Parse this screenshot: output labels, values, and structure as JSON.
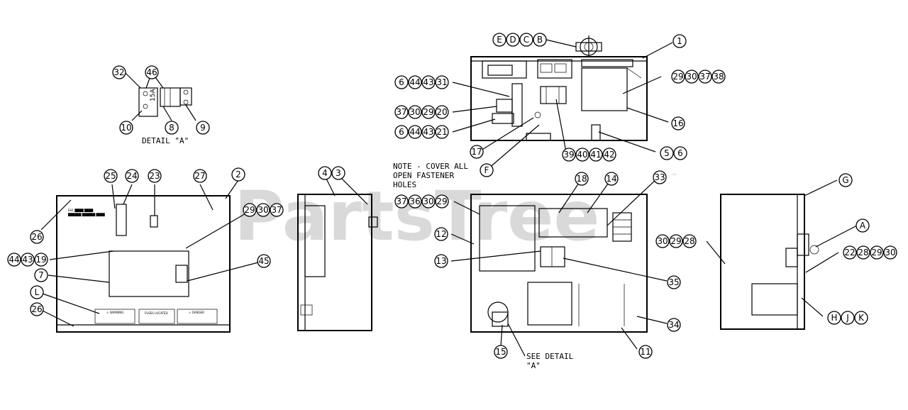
{
  "watermark": "PartsTree",
  "trademark": "™",
  "detail_title": "DETAIL \"A\"",
  "detail_label": "15A",
  "note_lines": [
    "NOTE - COVER ALL",
    "OPEN FASTENER",
    "HOLES"
  ],
  "see_detail_lines": [
    "SEE DETAIL",
    "\"A\""
  ],
  "callouts": {
    "c32": "32",
    "c46": "46",
    "c10": "10",
    "c8": "8",
    "c9": "9",
    "cE": "E",
    "cD": "D",
    "cC": "C",
    "cB": "B",
    "c1": "1",
    "c6a": "6",
    "c44a": "44",
    "c43a": "43",
    "c31": "31",
    "c37a": "37",
    "c30a": "30",
    "c29a": "29",
    "c20": "20",
    "c6b": "6",
    "c44b": "44",
    "c43b": "43",
    "c21": "21",
    "c29b": "29",
    "c30b": "30",
    "c37b": "37",
    "c38": "38",
    "c16": "16",
    "c17": "17",
    "cF": "F",
    "c39": "39",
    "c40": "40",
    "c41": "41",
    "c42": "42",
    "c5": "5",
    "c6c": "6",
    "c25": "25",
    "c24": "24",
    "c23": "23",
    "c27": "27",
    "c2": "2",
    "c26a": "26",
    "c29c": "29",
    "c30c": "30",
    "c37c": "37",
    "c44c": "44",
    "c43c": "43",
    "c19": "19",
    "c7": "7",
    "c45": "45",
    "cL": "L",
    "c26b": "26",
    "c4": "4",
    "c3": "3",
    "c37d": "37",
    "c36": "36",
    "c30d": "30",
    "c29d": "29",
    "c18": "18",
    "c14": "14",
    "c33": "33",
    "c12": "12",
    "c13": "13",
    "c35": "35",
    "c34": "34",
    "c15": "15",
    "c11": "11",
    "cG": "G",
    "cA": "A",
    "c30e": "30",
    "c29e": "29",
    "c28a": "28",
    "c22": "22",
    "c28b": "28",
    "c29f": "29",
    "c30f": "30",
    "cH": "H",
    "cJ": "J",
    "cK": "K"
  },
  "panel_labels": {
    "front_header_1": "EH1 ████ ████",
    "front_header_2": "██████ ██████ ████",
    "warning_left": "⚠ WARNING",
    "fuses_title": "FUSES LOCATED",
    "warning_right": "⚠ DANGER"
  }
}
